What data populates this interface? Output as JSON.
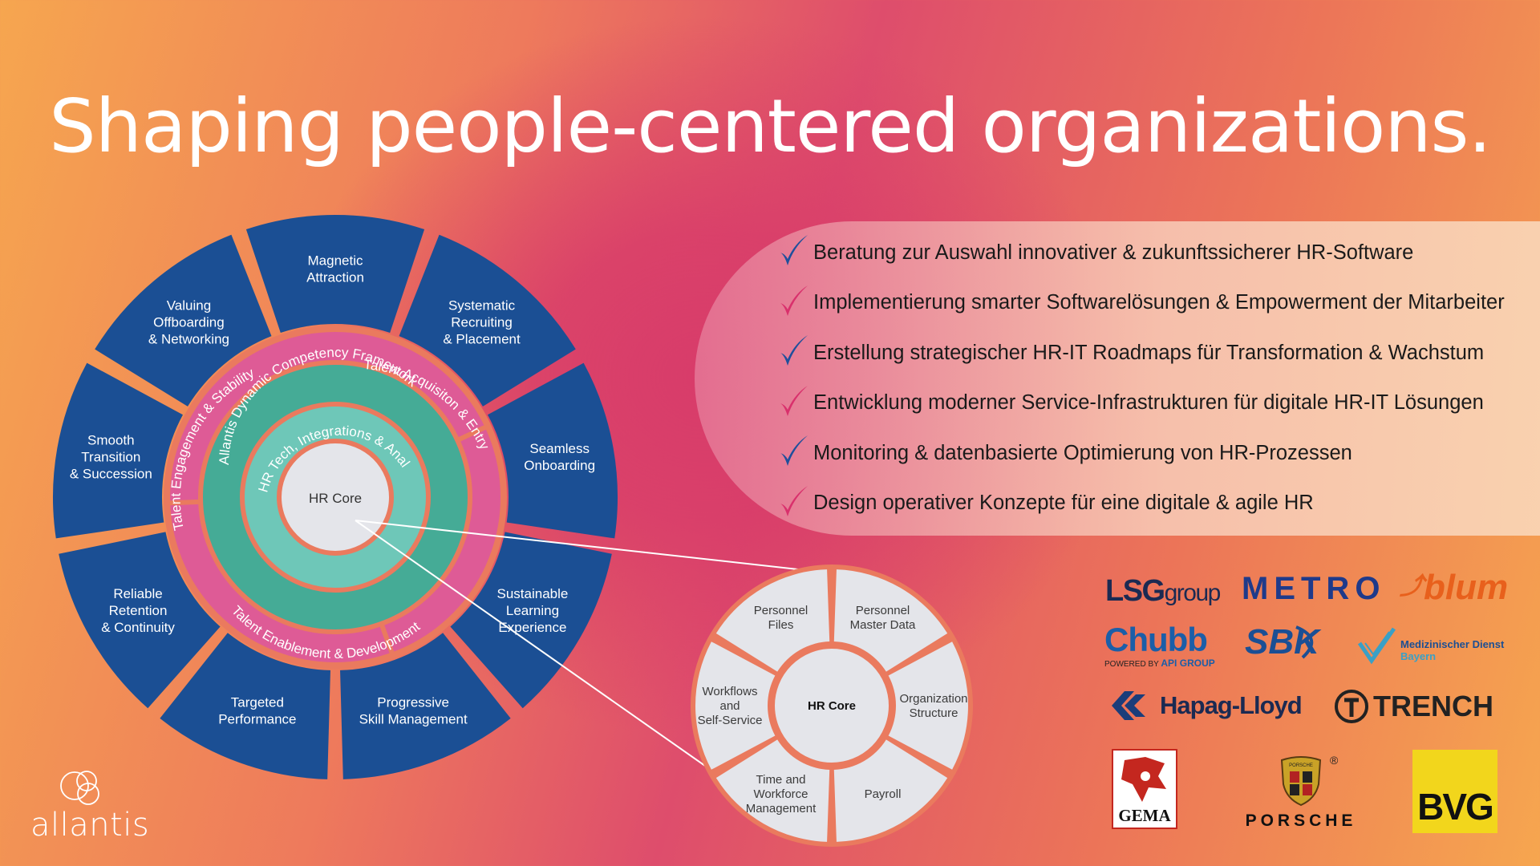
{
  "title": "Shaping people-centered organizations.",
  "wheel": {
    "outer_segments": [
      {
        "lines": [
          "Magnetic",
          "Attraction"
        ]
      },
      {
        "lines": [
          "Systematic",
          "Recruiting",
          "& Placement"
        ]
      },
      {
        "lines": [
          "Seamless",
          "Onboarding"
        ]
      },
      {
        "lines": [
          "Sustainable",
          "Learning",
          "Experience"
        ]
      },
      {
        "lines": [
          "Progressive",
          "Skill Management"
        ]
      },
      {
        "lines": [
          "Targeted",
          "Performance"
        ]
      },
      {
        "lines": [
          "Reliable",
          "Retention",
          "& Continuity"
        ]
      },
      {
        "lines": [
          "Smooth",
          "Transition",
          "& Succession"
        ]
      },
      {
        "lines": [
          "Valuing",
          "Offboarding",
          "& Networking"
        ]
      }
    ],
    "pink_ring": [
      "Talent Acquisiton & Entry",
      "Talent Enablement & Development",
      "Talent Engagement & Stability"
    ],
    "green_ring": "Allantis Dynamic Competency Framework",
    "teal_ring": "HR Tech, Integrations & Analytics",
    "core": "HR Core"
  },
  "hr_core_detail": {
    "center": "HR Core",
    "segments": [
      {
        "lines": [
          "Personnel",
          "Master Data"
        ]
      },
      {
        "lines": [
          "Organization",
          "Structure"
        ]
      },
      {
        "lines": [
          "Payroll"
        ]
      },
      {
        "lines": [
          "Time and",
          "Workforce",
          "Management"
        ]
      },
      {
        "lines": [
          "Workflows",
          "and",
          "Self-Service"
        ]
      },
      {
        "lines": [
          "Personnel",
          "Files"
        ]
      }
    ]
  },
  "benefits": [
    {
      "text": "Beratung zur Auswahl innovativer & zukunftssicherer HR-Software",
      "check": "blue"
    },
    {
      "text": "Implementierung smarter Softwarelösungen & Empowerment der Mitarbeiter",
      "check": "pink"
    },
    {
      "text": "Erstellung strategischer HR-IT Roadmaps für Transformation & Wachstum",
      "check": "blue"
    },
    {
      "text": "Entwicklung moderner Service-Infrastrukturen für digitale HR-IT Lösungen",
      "check": "pink"
    },
    {
      "text": "Monitoring & datenbasierte Optimierung von HR-Prozessen",
      "check": "blue"
    },
    {
      "text": "Design operativer Konzepte für eine digitale & agile HR",
      "check": "pink"
    }
  ],
  "logos": {
    "lsg": {
      "a": "LSG",
      "b": "group"
    },
    "metro": "METRO",
    "blum": "blum",
    "chubb": {
      "name": "Chubb",
      "sub_a": "POWERED BY ",
      "sub_b": "API GROUP"
    },
    "sbk": "SBK",
    "md": {
      "line1": "Medizinischer Dienst",
      "line2": "Bayern"
    },
    "hapag": "Hapag-Lloyd",
    "trench": "TRENCH",
    "gema": "GEMA",
    "porsche": {
      "crest": "PORSCHE",
      "name": "PORSCHE",
      "reg": "®"
    },
    "bvg": "BVG"
  },
  "brand": "allantis",
  "colors": {
    "navy": "#1b4f94",
    "pink_ring": "#de5b96",
    "green_ring": "#45ab96",
    "teal_ring": "#6ec7b8",
    "core": "#e4e5ea",
    "border": "#ea7a5e",
    "check_blue": "#1f4f9c",
    "check_pink": "#d9306c"
  }
}
